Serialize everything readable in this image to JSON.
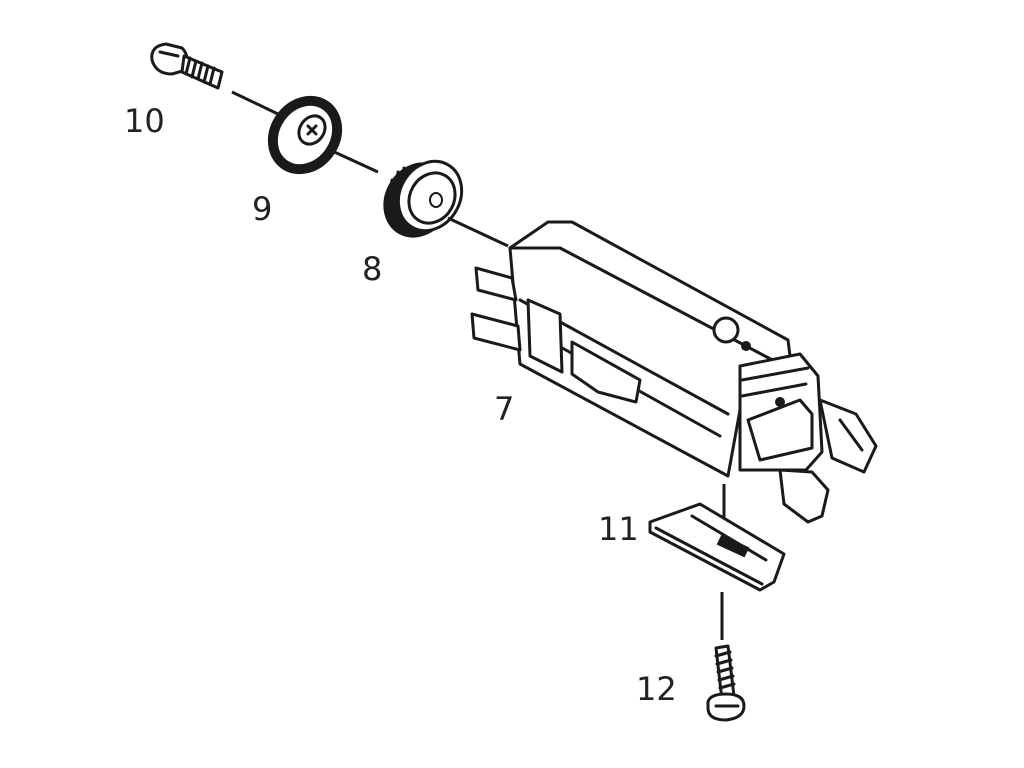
{
  "parts": [
    {
      "id": "p10",
      "label": "10",
      "name": "screw"
    },
    {
      "id": "p9",
      "label": "9",
      "name": "washer"
    },
    {
      "id": "p8",
      "label": "8",
      "name": "knob"
    },
    {
      "id": "p7",
      "label": "7",
      "name": "housing"
    },
    {
      "id": "p11",
      "label": "11",
      "name": "plate"
    },
    {
      "id": "p12",
      "label": "12",
      "name": "screw"
    }
  ],
  "colors": {
    "ink": "#1a1a1a",
    "background": "#ffffff"
  }
}
